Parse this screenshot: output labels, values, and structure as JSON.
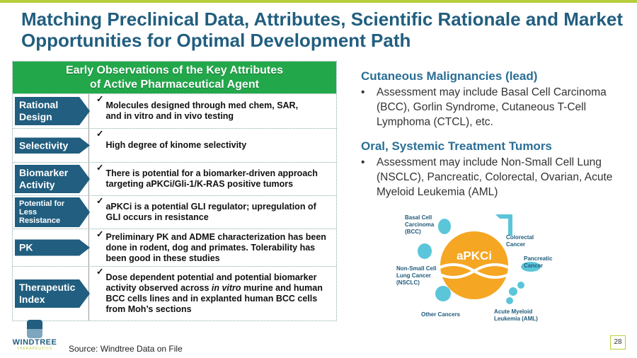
{
  "title": "Matching Preclinical Data, Attributes, Scientific Rationale and Market Opportunities for Optimal Development Path",
  "table": {
    "header_line1": "Early Observations of the Key Attributes",
    "header_line2": "of Active Pharmaceutical Agent",
    "rows": [
      {
        "label": "Rational Design",
        "text1": "Molecules designed through med chem, SAR,",
        "text2": "and in vitro and in vivo testing"
      },
      {
        "label": "Selectivity",
        "text1": "High degree of kinome selectivity"
      },
      {
        "label": "Biomarker Activity",
        "text1": "There is potential for a biomarker-driven approach",
        "text2": "targeting aPKCi/Gli-1/K-RAS positive tumors"
      },
      {
        "label": "Potential for Less Resistance",
        "text1": "aPKCi is a potential GLI regulator; upregulation of",
        "text2": "GLI occurs in resistance"
      },
      {
        "label": "PK",
        "text1": "Preliminary PK and ADME characterization has been done in rodent, dog and primates. Tolerability has been good in these studies"
      },
      {
        "label": "Therapeutic Index",
        "text_a": "Dose dependent potential and potential biomarker activity observed across ",
        "text_em": "in vitro",
        "text_b": " murine and human BCC cells lines and in explanted human BCC cells from Moh’s sections"
      }
    ]
  },
  "right": {
    "section1": {
      "heading": "Cutaneous Malignancies (lead)",
      "bullet": "Assessment may include Basal Cell Carcinoma (BCC), Gorlin Syndrome, Cutaneous T-Cell Lymphoma (CTCL), etc."
    },
    "section2": {
      "heading": "Oral, Systemic Treatment Tumors",
      "bullet": "Assessment may include Non-Small Cell Lung (NSCLC), Pancreatic, Colorectal, Ovarian, Acute Myeloid Leukemia (AML)"
    }
  },
  "graphic": {
    "center": "aPKCi",
    "labels": [
      "Basal Cell Carcinoma (BCC)",
      "Colorectal Cancer",
      "Pancreatic Cancer",
      "Non-Small Cell Lung Cancer (NSCLC)",
      "Other Cancers",
      "Acute Myeloid Leukemia (AML)"
    ]
  },
  "logo": {
    "name": "WINDTREE",
    "sub": "THERAPEUTICS"
  },
  "source": "Source: Windtree Data on File",
  "page_number": "28",
  "check": "✓",
  "bullet": "•",
  "colors": {
    "accent_green": "#22a84a",
    "navy": "#215e7f",
    "orange": "#f5a623",
    "teal": "#5bc5da",
    "lime": "#b5cf3b"
  }
}
